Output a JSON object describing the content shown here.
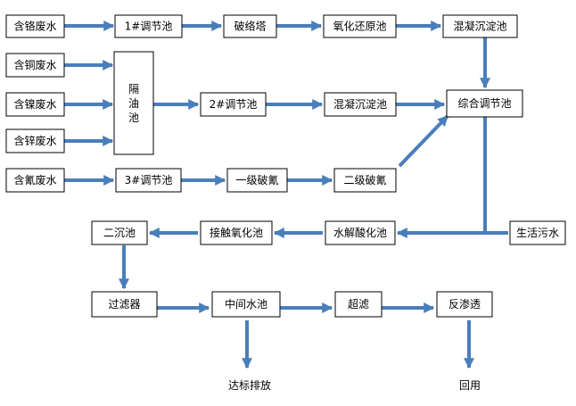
{
  "colors": {
    "arrow": "#4a7ebb",
    "box_border": "#000000",
    "background": "#ffffff"
  },
  "nodes": {
    "ge_waste": "含铬废水",
    "tiaojie1": "1#调节池",
    "polu_ta": "破络塔",
    "yanghua_huanyuan": "氧化还原池",
    "hunning_chendian_1": "混凝沉淀池",
    "tong_waste": "含铜废水",
    "nie_waste": "含镍废水",
    "xin_waste": "含锌废水",
    "geyou_chi": "隔油池",
    "tiaojie2": "2#调节池",
    "hunning_chendian_2": "混凝沉淀池",
    "zonghe_tiaojie": "综合调节池",
    "qing_waste": "含氰废水",
    "tiaojie3": "3#调节池",
    "yiji_poqing": "一级破氰",
    "erji_poqing": "二级破氰",
    "erchen_chi": "二沉池",
    "jiechu_yanghua": "接触氧化池",
    "shuijie_suanhua": "水解酸化池",
    "shenghuo_wushui": "生活污水",
    "guolvqi": "过滤器",
    "zhongjian_shuichi": "中间水池",
    "chaolv": "超滤",
    "fan_shentou": "反渗透",
    "dabiao_paifang": "达标排放",
    "huiyong": "回用"
  }
}
